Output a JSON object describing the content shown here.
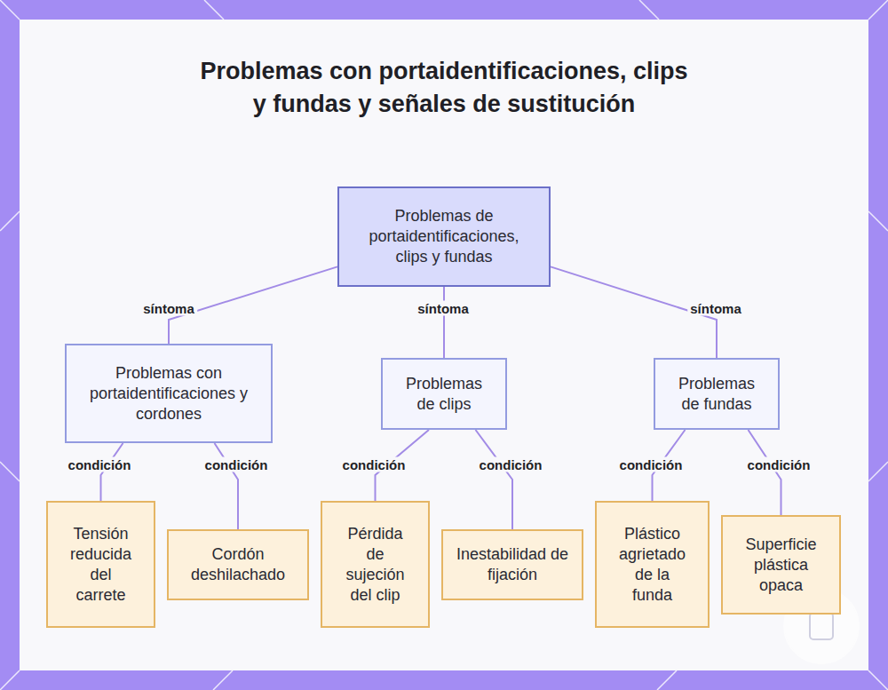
{
  "diagram": {
    "title": "Problemas con portaidentificaciones, clips y fundas y señales de sustitución",
    "nodes": [
      {
        "text": [
          "Problemas de portaidentificaciones, clips y fundas"
        ]
      },
      {
        "text": [
          "Problemas con portaidentificaciones y cordones"
        ]
      },
      {
        "text": [
          "Problemas de clips"
        ]
      },
      {
        "text": [
          "Problemas de fundas"
        ]
      },
      {
        "text": [
          "Tensión reducida del carrete"
        ]
      },
      {
        "text": [
          "Cordón deshilachado"
        ]
      },
      {
        "text": [
          "Pérdida de sujeción del clip"
        ]
      },
      {
        "text": [
          "Inestabilidad de fijación"
        ]
      },
      {
        "text": [
          "Plástico agrietado de la funda"
        ]
      },
      {
        "text": [
          "Superficie plástica opaca"
        ]
      }
    ],
    "edges": [
      {
        "from": 0,
        "to": 1,
        "label": "síntoma",
        "arrow": "none"
      },
      {
        "from": 0,
        "to": 2,
        "label": "síntoma",
        "arrow": "none"
      },
      {
        "from": 0,
        "to": 3,
        "label": "síntoma",
        "arrow": "none"
      },
      {
        "from": 1,
        "to": 4,
        "label": "condición",
        "arrow": "none"
      },
      {
        "from": 1,
        "to": 5,
        "label": "condición",
        "arrow": "none"
      },
      {
        "from": 2,
        "to": 6,
        "label": "condición",
        "arrow": "none"
      },
      {
        "from": 2,
        "to": 7,
        "label": "condición",
        "arrow": "none"
      },
      {
        "from": 3,
        "to": 8,
        "label": "condición",
        "arrow": "none"
      },
      {
        "from": 3,
        "to": 9,
        "label": "condición",
        "arrow": "none"
      }
    ]
  }
}
